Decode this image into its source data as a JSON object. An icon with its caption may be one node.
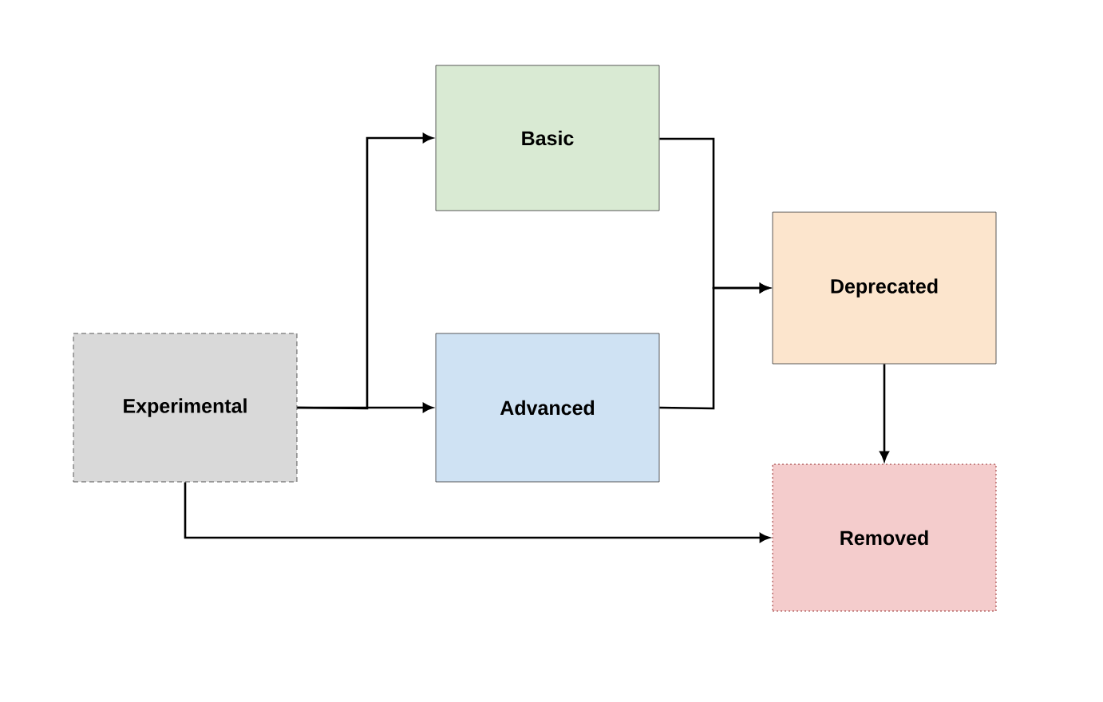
{
  "diagram": {
    "nodes": [
      {
        "text": [
          "Experimental"
        ]
      },
      {
        "text": [
          "Basic"
        ]
      },
      {
        "text": [
          "Advanced"
        ]
      },
      {
        "text": [
          "Deprecated"
        ]
      },
      {
        "text": [
          "Removed"
        ]
      }
    ],
    "edges": [
      {
        "from": 0,
        "to": 1,
        "arrow": "to"
      },
      {
        "from": 0,
        "to": 2,
        "arrow": "to"
      },
      {
        "from": 1,
        "to": 3,
        "arrow": "to"
      },
      {
        "from": 2,
        "to": 3,
        "arrow": "to"
      },
      {
        "from": 3,
        "to": 4,
        "arrow": "to"
      },
      {
        "from": 0,
        "to": 4,
        "arrow": "to"
      }
    ]
  }
}
